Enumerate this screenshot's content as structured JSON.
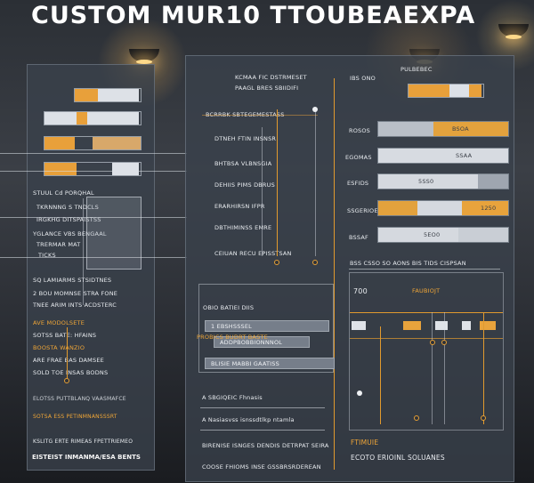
{
  "title": "CUSTOM MUR10 TTOUBEAEXPA",
  "left_panel": {
    "rows": [
      {
        "label": "STUUL Cd PORQHAL"
      },
      {
        "label": "TKRNNNG S TNDCLS"
      },
      {
        "label": "IRGKHG DITSPAISTSS"
      },
      {
        "label": "YGLANCE VBS BENGAAL"
      },
      {
        "label": "TRERMAR MAT"
      },
      {
        "label": "TICKS"
      },
      {
        "label": "SQ LAMIARMS STSIDTNES"
      },
      {
        "label": "2 BOU MOMNSE STRA FONE"
      },
      {
        "label": "TNEE ARIM INTS ACDSTERC"
      },
      {
        "label": "AVE MODOLSETE"
      },
      {
        "label": "SOTSS BATE: HFAINS"
      },
      {
        "label": "BOOSTA WANZIO"
      },
      {
        "label": "ARE FRAE BAS DAMSEE"
      },
      {
        "label": "SOLD TOE INSAS BODNS"
      }
    ],
    "footer_lines": [
      "ELOTSS PUTTBLANQ VAASMAFCE",
      "SOTSA ESS PETINMNANSSSRT",
      "KSLITG ERTE RIMEAS FPETTRIEMEO"
    ]
  },
  "center_panel": {
    "header": "KCMAA FIC DSTRMESET",
    "subheader": "PAAGL BRES SBIIDIFI",
    "rows": [
      {
        "label": "BCRRBK SBTEGEMESTASS"
      },
      {
        "label": "DTNEH FTIN INSNSR"
      },
      {
        "label": "BHTBSA VLBNSGIA"
      },
      {
        "label": "DEHIIS PIMS DBRUS"
      },
      {
        "label": "ERARHIRSN IFPR"
      },
      {
        "label": "DBTHIMINSS EMRE"
      },
      {
        "label": "CEIUAN RECU EPISSTSAN"
      }
    ],
    "lower_header": "OBIO BATIEI DIIS",
    "lower_rows": [
      {
        "label": "1 EBSHSSSEL"
      },
      {
        "label": "ADDPBOBBIONNNOL"
      },
      {
        "label": "BLISIE MABBI GAATISS"
      },
      {
        "label": "PROBICS BUDRT BASTE"
      }
    ],
    "notes": [
      {
        "label": "A  SBGIQEIC Fhnasis"
      },
      {
        "label": "A  Nasiasvss isnssdtlkp ntamla"
      },
      {
        "label": "BIRENISE ISNGES DENDIS DETRPAT SEIRA"
      },
      {
        "label": "COOSE FHIOMS INSE GSSBRSRDEREAN"
      }
    ]
  },
  "right_panel": {
    "header": "PULBEBEC",
    "subheader": "IBS ONO",
    "rows": [
      {
        "label": "ROSOS",
        "value": "BSOA"
      },
      {
        "label": "EGOMAS",
        "value": "SSAA"
      },
      {
        "label": "ESFIDS",
        "value": "5SS0"
      },
      {
        "label": "SSGERIOE",
        "value": "1250"
      },
      {
        "label": "BSSAF",
        "value": "5EO0"
      }
    ],
    "chart_header": "BSS CSSO SO AONS BIS TIDS CISPSAN",
    "chart_value": "700",
    "chart_legend": "FAUBIOJT",
    "chart_footer": "FTIMUIE",
    "chart_caption": "ECOTO  ERIOINL  SOLUANES",
    "accent": "#e8a33c"
  },
  "bottom_texts": [
    "EISTEIST INMANMA/ESA BENTS"
  ]
}
